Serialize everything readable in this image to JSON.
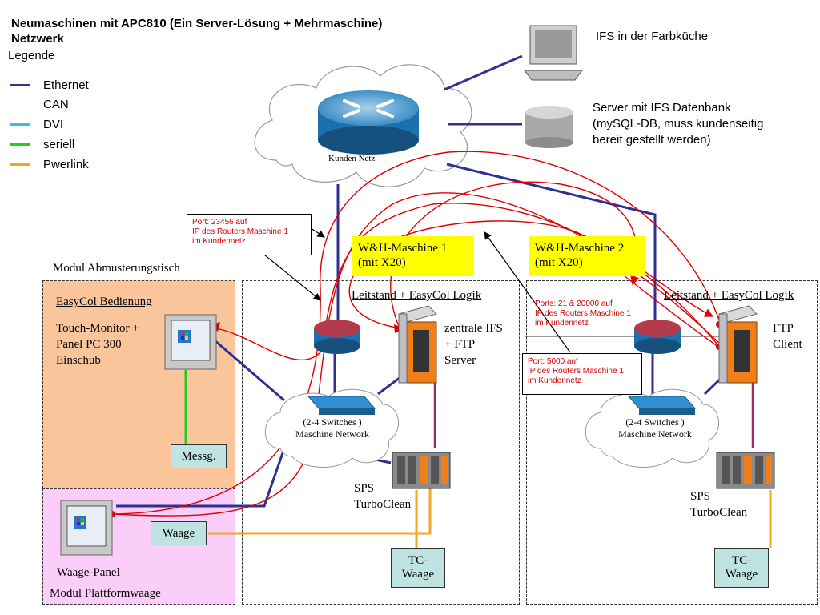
{
  "title": {
    "line1": "Neumaschinen mit APC810 (Ein Server-Lösung + Mehrmaschine)",
    "line2": "Netzwerk"
  },
  "legend": {
    "heading": "Legende",
    "items": [
      {
        "label": "Ethernet",
        "color": "#2e3192"
      },
      {
        "label": "CAN",
        "color": ""
      },
      {
        "label": "DVI",
        "color": "#29c5e6"
      },
      {
        "label": "seriell",
        "color": "#22cc22"
      },
      {
        "label": "Pwerlink",
        "color": "#f5a623"
      }
    ]
  },
  "top": {
    "ifs_label": "IFS in der Farbküche",
    "server_label_1": "Server mit IFS Datenbank",
    "server_label_2": "(mySQL-DB, muss kundenseitig",
    "server_label_3": "bereit gestellt werden)",
    "cloud_label": "Kunden Netz"
  },
  "callouts": {
    "port1_l1": "Port: 23456 auf",
    "port1_l2": "IP des Routers Maschine 1",
    "port1_l3": " im Kundennetz",
    "port2_l1": "Ports: 21 & 20000 auf",
    "port2_l2": "IP des Routers Maschine 1",
    "port2_l3": "im Kundennetz",
    "port3_l1": "Port: 5000 auf",
    "port3_l2": "IP des Routers Maschine 1",
    "port3_l3": "im Kundennetz"
  },
  "machine1": {
    "label_l1": "W&H-Maschine 1",
    "label_l2": "(mit X20)",
    "leitstand": "Leitstand + EasyCol Logik",
    "server_l1": "zentrale IFS",
    "server_l2": "+ FTP",
    "server_l3": "Server",
    "switch_l1": "(2-4 Switches )",
    "switch_l2": "Maschine Network",
    "sps_l1": "SPS",
    "sps_l2": "TurboClean",
    "tc_l1": "TC-",
    "tc_l2": "Waage"
  },
  "machine2": {
    "label_l1": "W&H-Maschine 2",
    "label_l2": "(mit X20)",
    "leitstand": "Leitstand + EasyCol Logik",
    "client_l1": "FTP",
    "client_l2": "Client",
    "switch_l1": "(2-4 Switches )",
    "switch_l2": "Maschine Network",
    "sps_l1": "SPS",
    "sps_l2": "TurboClean",
    "tc_l1": "TC-",
    "tc_l2": "Waage"
  },
  "module_left": {
    "heading": "Modul Abmusterungstisch",
    "easycol": "EasyCol Bedienung",
    "touch_l1": "Touch-Monitor +",
    "touch_l2": "Panel PC 300",
    "touch_l3": "Einschub",
    "messg": "Messg.",
    "waage": "Waage",
    "waage_panel": "Waage-Panel",
    "plattform": "Modul Plattformwaage"
  },
  "colors": {
    "ethernet": "#2e3192",
    "red_link": "#e00000",
    "powerlink": "#f5a623",
    "can": "#9b2d6e",
    "serial": "#22cc22",
    "yellow": "#ffff00",
    "orange_zone": "#fbc59b",
    "pink_zone": "#fbcdf9"
  }
}
